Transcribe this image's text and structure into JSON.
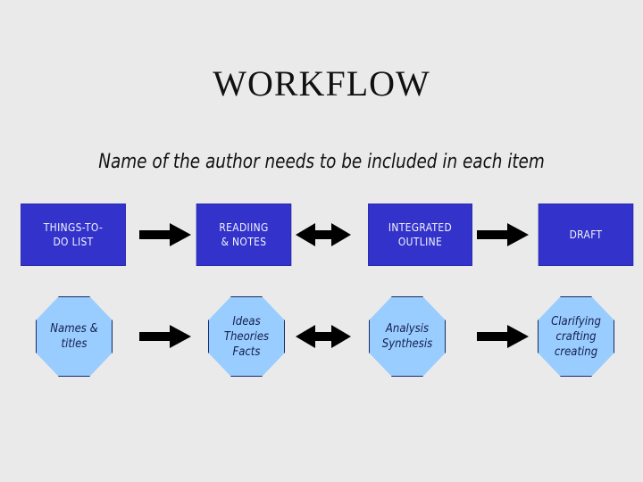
{
  "slide": {
    "title": "WORKFLOW",
    "subtitle": "Name of the author needs to be included in each item",
    "background_color": "#eaeaea"
  },
  "colors": {
    "process_box_fill": "#3333cc",
    "process_box_text": "#f4f4f8",
    "octagon_fill": "#99ccff",
    "octagon_outline": "#1a2b66",
    "octagon_text": "#14204d",
    "arrow_fill": "#000000"
  },
  "stage_row": {
    "boxes": [
      {
        "label": "THINGS-TO-\nDO LIST"
      },
      {
        "label": "READIING\n& NOTES"
      },
      {
        "label": "INTEGRATED\nOUTLINE"
      },
      {
        "label": "DRAFT"
      }
    ],
    "connectors": [
      {
        "icon": "arrow-right-icon",
        "direction": "right"
      },
      {
        "icon": "arrow-left-right-icon",
        "direction": "both"
      },
      {
        "icon": "arrow-right-icon",
        "direction": "right"
      }
    ]
  },
  "detail_row": {
    "octagons": [
      {
        "label": "Names &\ntitles"
      },
      {
        "label": "Ideas\nTheories\nFacts"
      },
      {
        "label": "Analysis\nSynthesis"
      },
      {
        "label": "Clarifying\ncrafting\ncreating"
      }
    ],
    "connectors": [
      {
        "icon": "arrow-right-icon",
        "direction": "right"
      },
      {
        "icon": "arrow-left-right-icon",
        "direction": "both"
      },
      {
        "icon": "arrow-right-icon",
        "direction": "right"
      }
    ]
  }
}
